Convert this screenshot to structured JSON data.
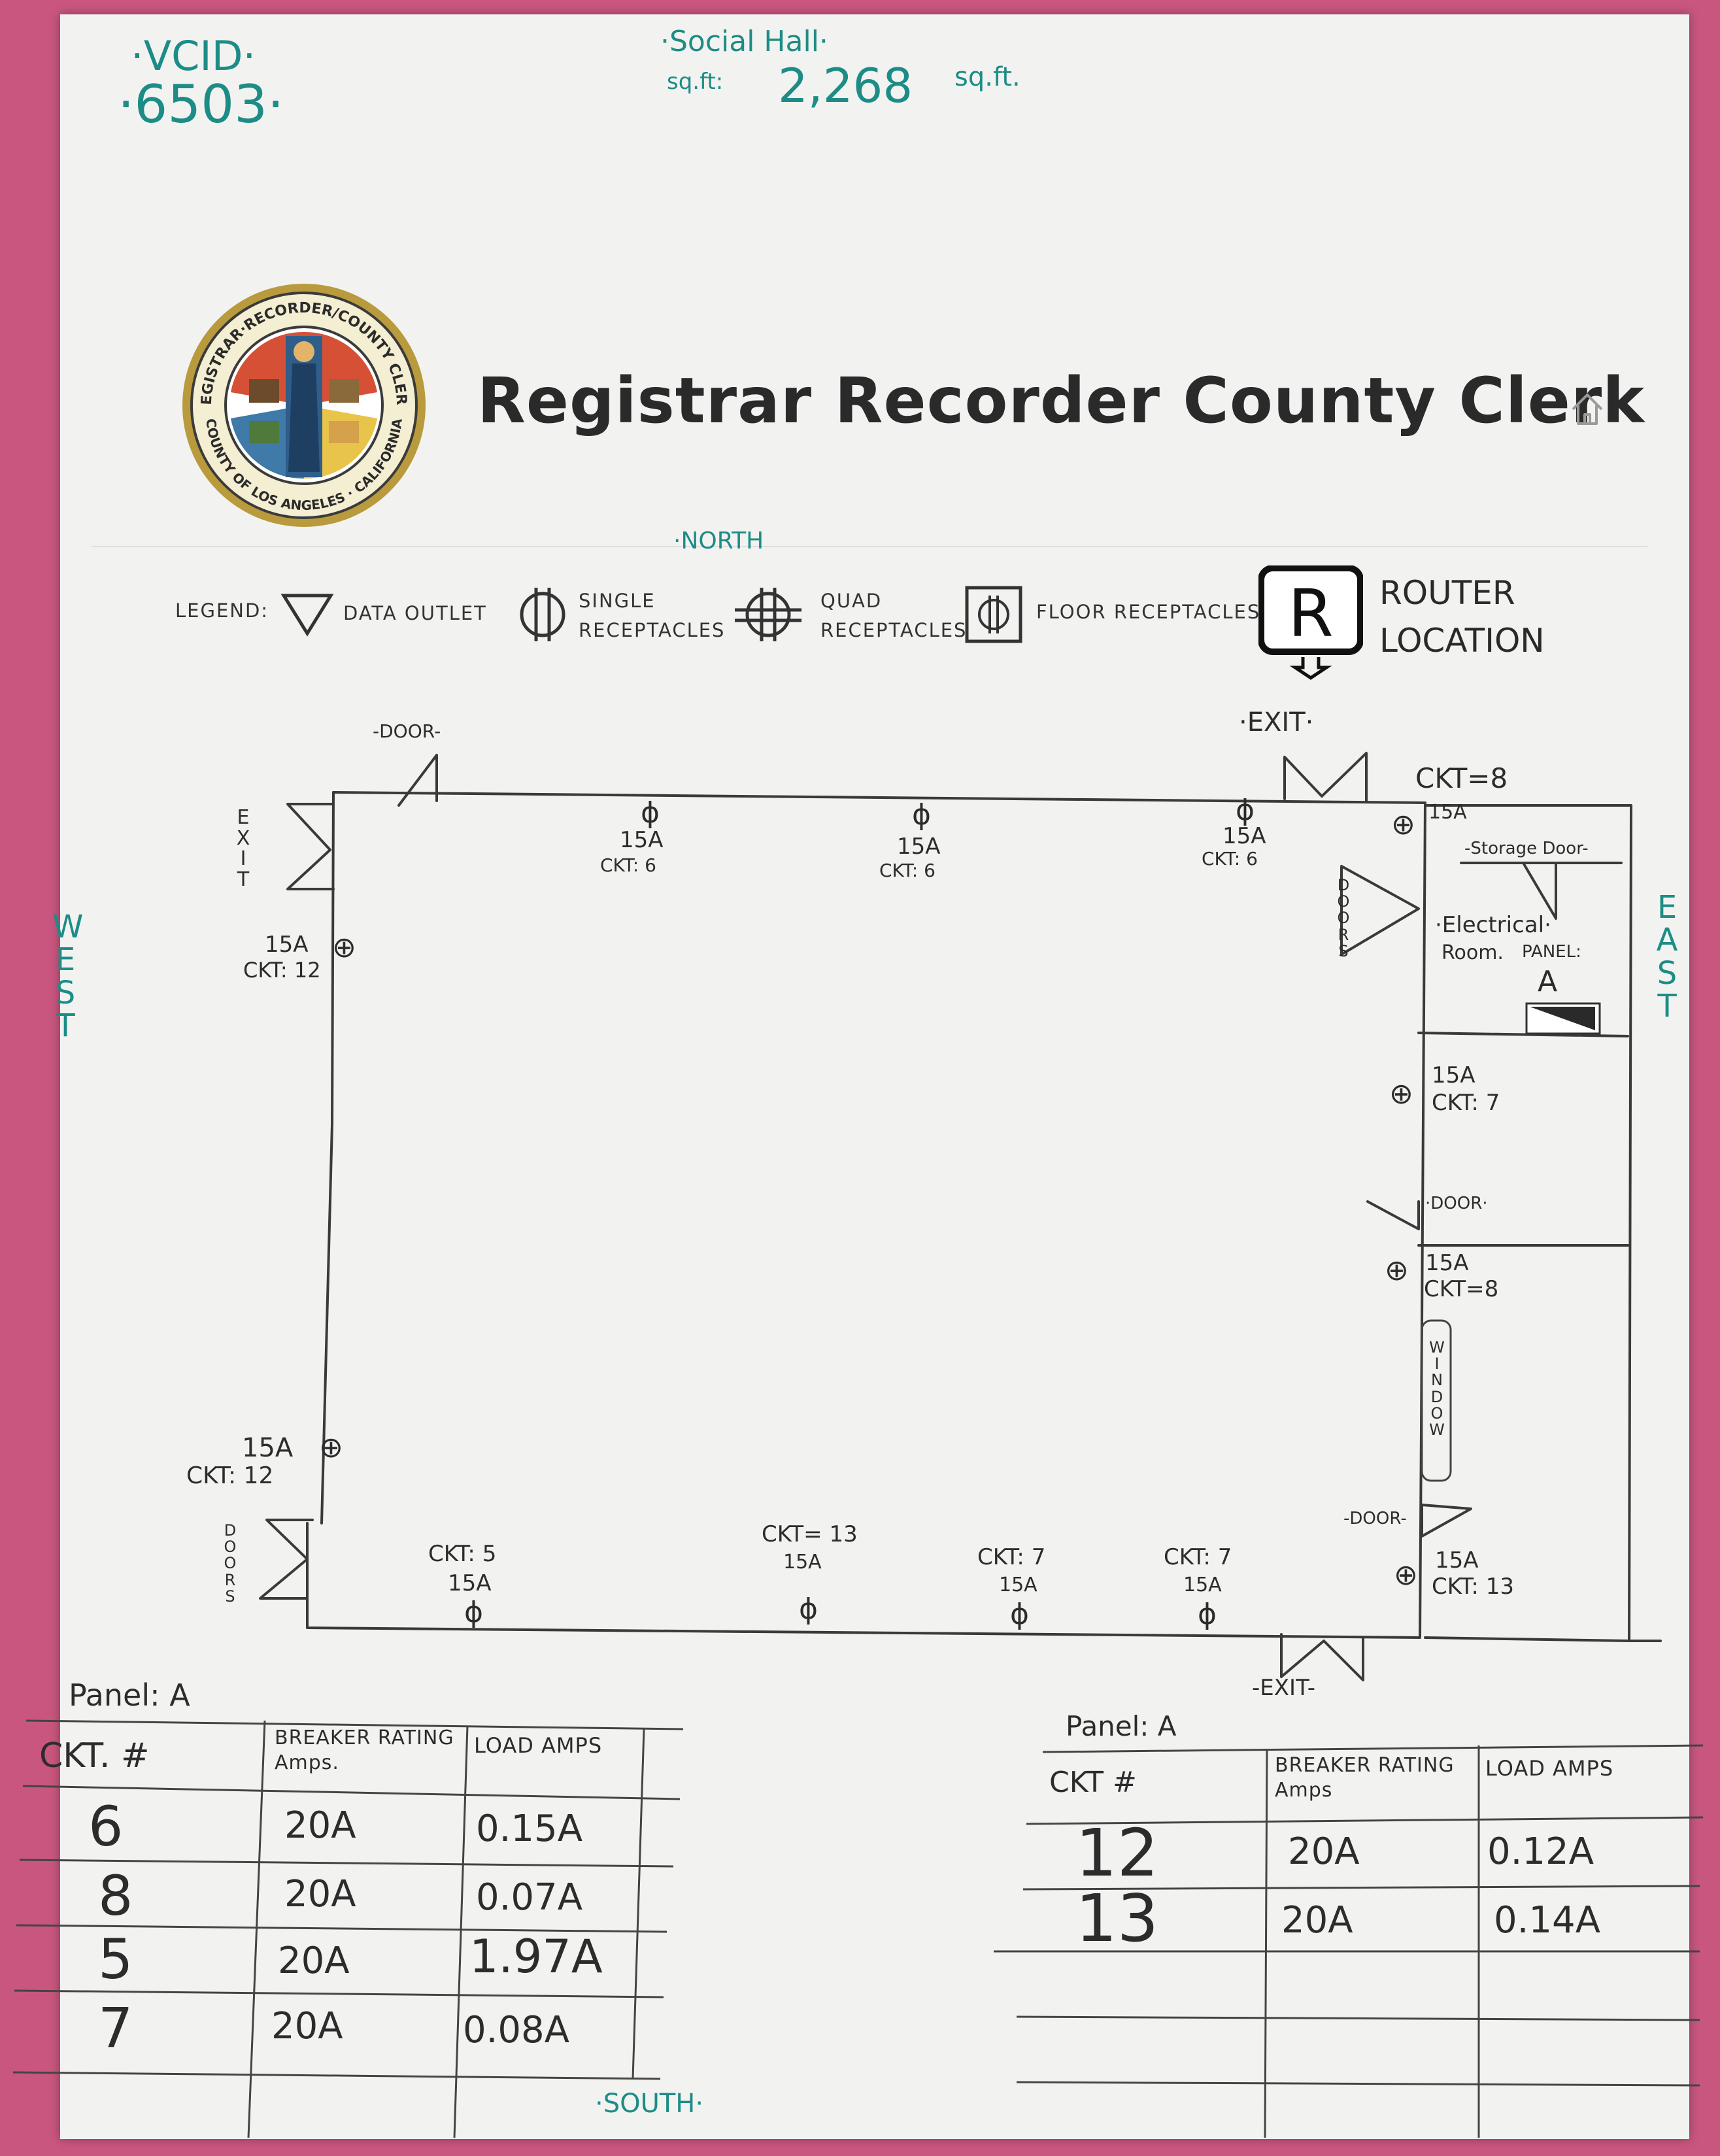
{
  "header": {
    "vcid_label": "·VCID·",
    "vcid_value": "·6503·",
    "room_name": "·Social Hall·",
    "sqft_prefix": "sq.ft:",
    "sqft_value": "2,268",
    "sqft_suffix": "sq.ft.",
    "org_title": "Registrar Recorder County Clerk",
    "seal_top_text": "REGISTRAR·RECORDER/COUNTY CLERK",
    "seal_bottom_text": "COUNTY OF LOS ANGELES · CALIFORNIA",
    "home_icon": "home-icon"
  },
  "compass": {
    "north": "·NORTH",
    "south": "·SOUTH·",
    "east": "EAST",
    "west": "WEST"
  },
  "legend": {
    "label": "LEGEND:",
    "data_outlet": "DATA OUTLET",
    "single_line1": "SINGLE",
    "single_line2": "RECEPTACLES",
    "quad_line1": "QUAD",
    "quad_line2": "RECEPTACLES",
    "floor": "FLOOR RECEPTACLES",
    "router_symbol": "R",
    "router_line1": "ROUTER",
    "router_line2": "LOCATION"
  },
  "plan": {
    "door_north": "-DOOR-",
    "exit_north": "·EXIT·",
    "exit_west": "EXIT",
    "exit_south": "-EXIT-",
    "doors_west": "DOORS",
    "doors_east": "DOORS",
    "storage_door": "-Storage Door-",
    "electrical_room_1": "·Electrical·",
    "electrical_room_2": "Room.",
    "panel_label_1": "PANEL:",
    "panel_label_2": "A",
    "door_east": "·DOOR·",
    "door_east_lower": "-DOOR-",
    "window": "WINDOW",
    "receptacles": [
      {
        "amps": "15A",
        "ckt": "CKT: 6"
      },
      {
        "amps": "15A",
        "ckt": "CKT: 6"
      },
      {
        "amps": "15A",
        "ckt": "CKT: 6"
      },
      {
        "amps": "15A",
        "ckt": "CKT=8"
      },
      {
        "amps": "15A",
        "ckt": "CKT: 12"
      },
      {
        "amps": "15A",
        "ckt": "CKT: 7"
      },
      {
        "amps": "15A",
        "ckt": "CKT=8"
      },
      {
        "amps": "15A",
        "ckt": "CKT: 12"
      },
      {
        "amps": "15A",
        "ckt": "CKT: 13"
      },
      {
        "amps": "15A",
        "ckt": "CKT: 5"
      },
      {
        "amps": "15A",
        "ckt": "CKT= 13"
      },
      {
        "amps": "15A",
        "ckt": "CKT: 7"
      },
      {
        "amps": "15A",
        "ckt": "CKT: 7"
      }
    ]
  },
  "table_left": {
    "panel": "Panel: A",
    "headers": [
      "CKT. #",
      "BREAKER RATING Amps.",
      "LOAD AMPS"
    ],
    "rows": [
      [
        "6",
        "20A",
        "0.15A"
      ],
      [
        "8",
        "20A",
        "0.07A"
      ],
      [
        "5",
        "20A",
        "1.97A"
      ],
      [
        "7",
        "20A",
        "0.08A"
      ]
    ]
  },
  "table_right": {
    "panel": "Panel: A",
    "headers": [
      "CKT #",
      "BREAKER RATING Amps",
      "LOAD AMPS"
    ],
    "rows": [
      [
        "12",
        "20A",
        "0.12A"
      ],
      [
        "13",
        "20A",
        "0.14A"
      ]
    ]
  },
  "colors": {
    "handwriting_green": "#1e8c86",
    "ink": "#2c2c2c",
    "background": "#c9567f",
    "paper": "#f2f3f1"
  }
}
